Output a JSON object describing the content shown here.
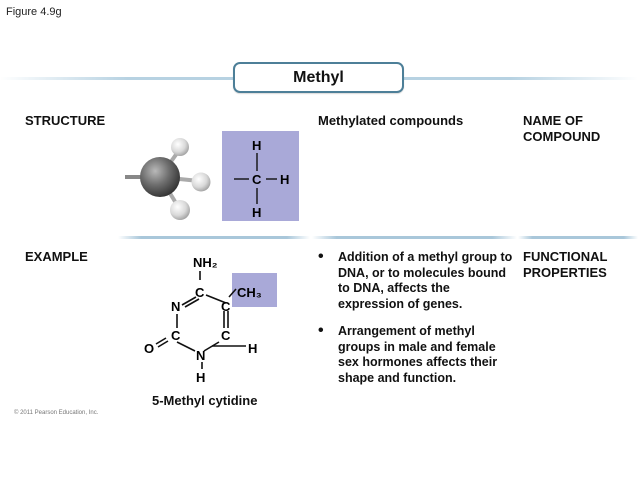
{
  "figure_label": "Figure 4.9g",
  "title": "Methyl",
  "labels": {
    "structure": "STRUCTURE",
    "example": "EXAMPLE",
    "methylated_compounds": "Methylated compounds",
    "name_of_compound_line1": "NAME OF",
    "name_of_compound_line2": "COMPOUND",
    "functional_line1": "FUNCTIONAL",
    "functional_line2": "PROPERTIES"
  },
  "structure_formula": {
    "h_top": "H",
    "c": "C",
    "h_right": "H",
    "h_bottom": "H"
  },
  "example_molecule": {
    "nh2": "NH₂",
    "ch3": "CH₃",
    "c_top": "C",
    "n_left": "N",
    "c_right": "C",
    "c_left": "C",
    "c_right_low": "C",
    "o": "O",
    "n_bottom": "N",
    "h_right": "H",
    "h_bottom": "H",
    "caption": "5-Methyl cytidine"
  },
  "properties": [
    "Addition of a methyl group to DNA, or to molecules bound to DNA, affects the expression of genes.",
    "Arrangement of methyl groups in male and female sex hormones affects their shape and function."
  ],
  "copyright": "© 2011 Pearson Education, Inc.",
  "colors": {
    "highlight_box": "#a9a9d8",
    "separator": "#a9c7da",
    "title_border": "#4d7f98"
  },
  "icons": {
    "bullet": "•"
  }
}
